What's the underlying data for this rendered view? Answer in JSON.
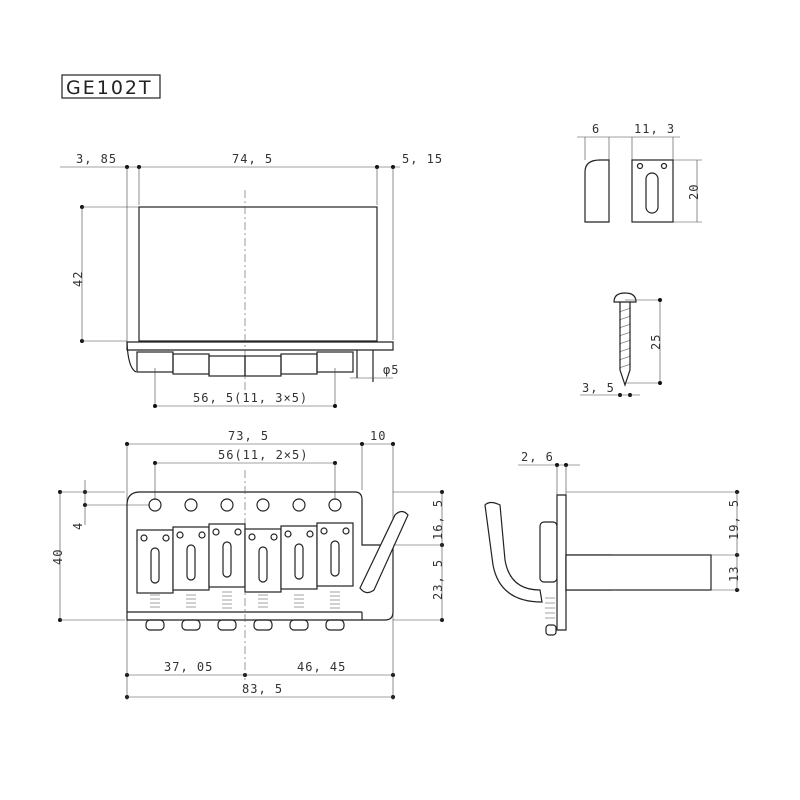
{
  "title": "GE102T",
  "top_view": {
    "left_offset": "3, 85",
    "width": "74, 5",
    "right_offset": "5, 15",
    "height": "42",
    "arm_diameter": "φ5",
    "saddle_span": "56, 5(11, 3×5)"
  },
  "block_parts": {
    "spacer_width": "6",
    "plate_width": "11, 3",
    "plate_height": "20"
  },
  "screw": {
    "length": "25",
    "diameter": "3, 5"
  },
  "front_view": {
    "body_width": "73, 5",
    "arm_offset": "10",
    "string_spacing": "56(11, 2×5)",
    "height": "40",
    "hole_offset": "4",
    "upper_height": "16, 5",
    "lower_height": "23, 5",
    "left_to_center": "37, 05",
    "center_to_right": "46, 45",
    "total_width": "83, 5"
  },
  "side_view": {
    "thickness": "2, 6",
    "block_height": "19, 5",
    "block_depth": "13"
  }
}
